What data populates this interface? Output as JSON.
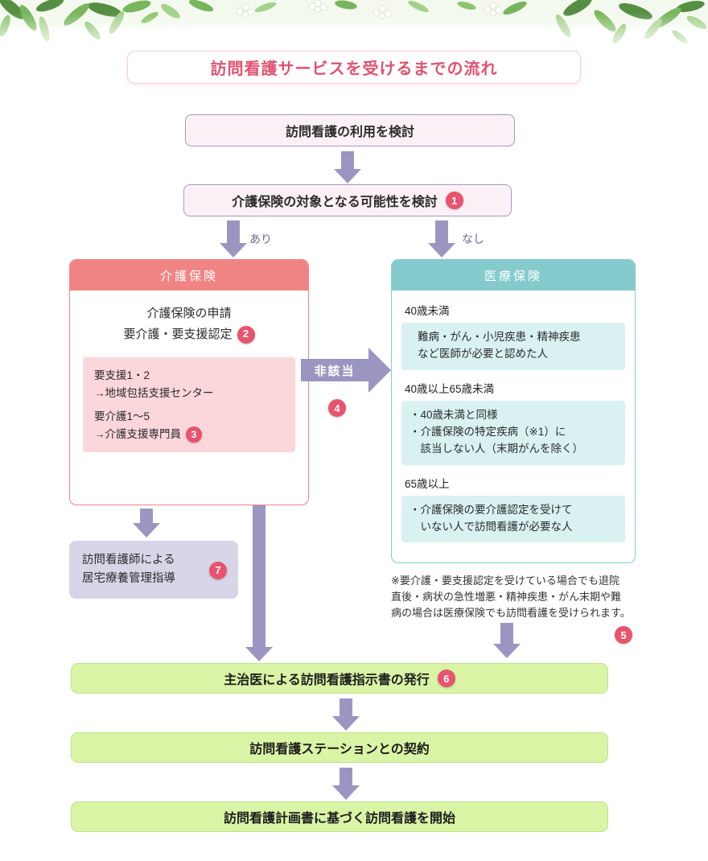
{
  "title": "訪問看護サービスを受けるまでの流れ",
  "flow": {
    "step1": "訪問看護の利用を検討",
    "step2": "介護保険の対象となる可能性を検討",
    "step2_badge": "1",
    "branch_yes": "あり",
    "branch_no": "なし"
  },
  "kaigo_panel": {
    "header": "介護保険",
    "apply_line1": "介護保険の申請",
    "apply_line2": "要介護・要支援認定",
    "apply_badge": "2",
    "inner": {
      "line1": "要支援1・2",
      "line2": "→地域包括支援センター",
      "line3": "要介護1〜5",
      "line4": "→介護支援専門員",
      "badge": "3"
    }
  },
  "hitogai": {
    "label": "非該当",
    "badge": "4"
  },
  "iryo_panel": {
    "header": "医療保険",
    "sections": [
      {
        "heading": "40歳未満",
        "lines": [
          "難病・がん・小児疾患・精神疾患",
          "など医師が必要と認めた人"
        ]
      },
      {
        "heading": "40歳以上65歳未満",
        "lines": [
          "・40歳未満と同様",
          "・介護保険の特定疾病（※1）に",
          "　該当しない人（末期がんを除く）"
        ]
      },
      {
        "heading": "65歳以上",
        "lines": [
          "・介護保険の要介護認定を受けて",
          "　いない人で訪問看護が必要な人"
        ]
      }
    ]
  },
  "homon_box": {
    "line1": "訪問看護師による",
    "line2": "居宅療養管理指導",
    "badge": "7"
  },
  "note": {
    "lines": [
      "※要介護・要支援認定を受けている場合でも退院",
      "直後・病状の急性増悪・精神疾患・がん末期や難",
      "病の場合は医療保険でも訪問看護を受けられます。"
    ],
    "badge": "5"
  },
  "bottom": {
    "bar1": "主治医による訪問看護指示書の発行",
    "bar1_badge": "6",
    "bar2": "訪問看護ステーションとの契約",
    "bar3": "訪問看護計画書に基づく訪問看護を開始"
  },
  "colors": {
    "accent_pink": "#e8536e",
    "kaigo_red": "#f08484",
    "iryo_teal": "#85cbcd",
    "arrow_purple": "#9b96c1",
    "green_bar": "#d9f4a5",
    "lavender": "#d9d5e8"
  }
}
